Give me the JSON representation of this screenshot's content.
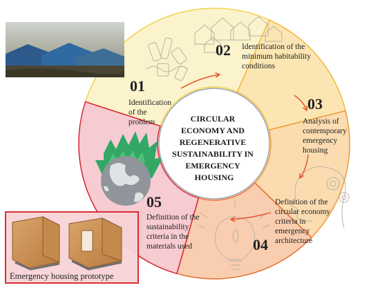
{
  "center": {
    "lines": [
      "CIRCULAR",
      "ECONOMY AND",
      "REGENERATIVE",
      "SUSTAINABILITY IN",
      "EMERGENCY",
      "HOUSING"
    ]
  },
  "steps": [
    {
      "number": "01",
      "lines": [
        "Identification",
        "of the",
        "problem"
      ]
    },
    {
      "number": "02",
      "lines": [
        "Identification of the",
        "minimum habitability",
        "conditions"
      ]
    },
    {
      "number": "03",
      "lines": [
        "Analysis of",
        "contemporary",
        "emergency",
        "housing"
      ]
    },
    {
      "number": "04",
      "lines": [
        "Definition of the",
        "circular economy",
        "criteria in",
        "emergency",
        "architecture"
      ]
    },
    {
      "number": "05",
      "lines": [
        "Definition of the",
        "sustainability",
        "criteria in the",
        "materials used"
      ]
    }
  ],
  "prototype_caption": "Emergency housing prototype",
  "icons": [
    "tents-photo",
    "plastic-waste-sketch",
    "houses-sketch",
    "head-gears-sketch",
    "lightbulb-sketch",
    "earth-globe-icon",
    "leaves-icon",
    "timber-cabin-photo"
  ],
  "colors": {
    "seg1": "#fbf3cc",
    "seg2": "#fbe6b3",
    "seg3": "#fbdcb1",
    "seg4": "#f9cdb0",
    "seg5": "#f6cbd2",
    "border1": "#f2d24e",
    "border2": "#f6b73b",
    "border3": "#ef9a32",
    "border4": "#e66f2a",
    "border5": "#d9232e",
    "arrow": "#e2502a"
  }
}
